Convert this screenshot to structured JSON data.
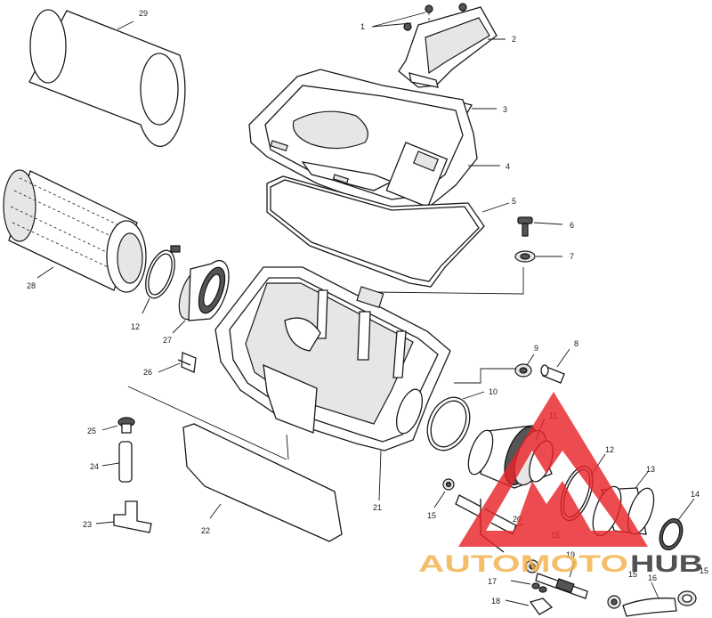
{
  "diagram": {
    "callouts": [
      "1",
      "2",
      "3",
      "4",
      "5",
      "6",
      "7",
      "8",
      "9",
      "10",
      "11",
      "12",
      "12",
      "13",
      "14",
      "15",
      "15",
      "15",
      "15",
      "16",
      "17",
      "18",
      "19",
      "20",
      "21",
      "22",
      "23",
      "24",
      "25",
      "26",
      "27",
      "28",
      "29"
    ]
  },
  "watermark": {
    "text_orange": "AUTOMOTO",
    "text_black": "HUB",
    "color_orange": "#f2b14a",
    "color_red": "#e8242a",
    "color_black": "#2b2b2b"
  }
}
